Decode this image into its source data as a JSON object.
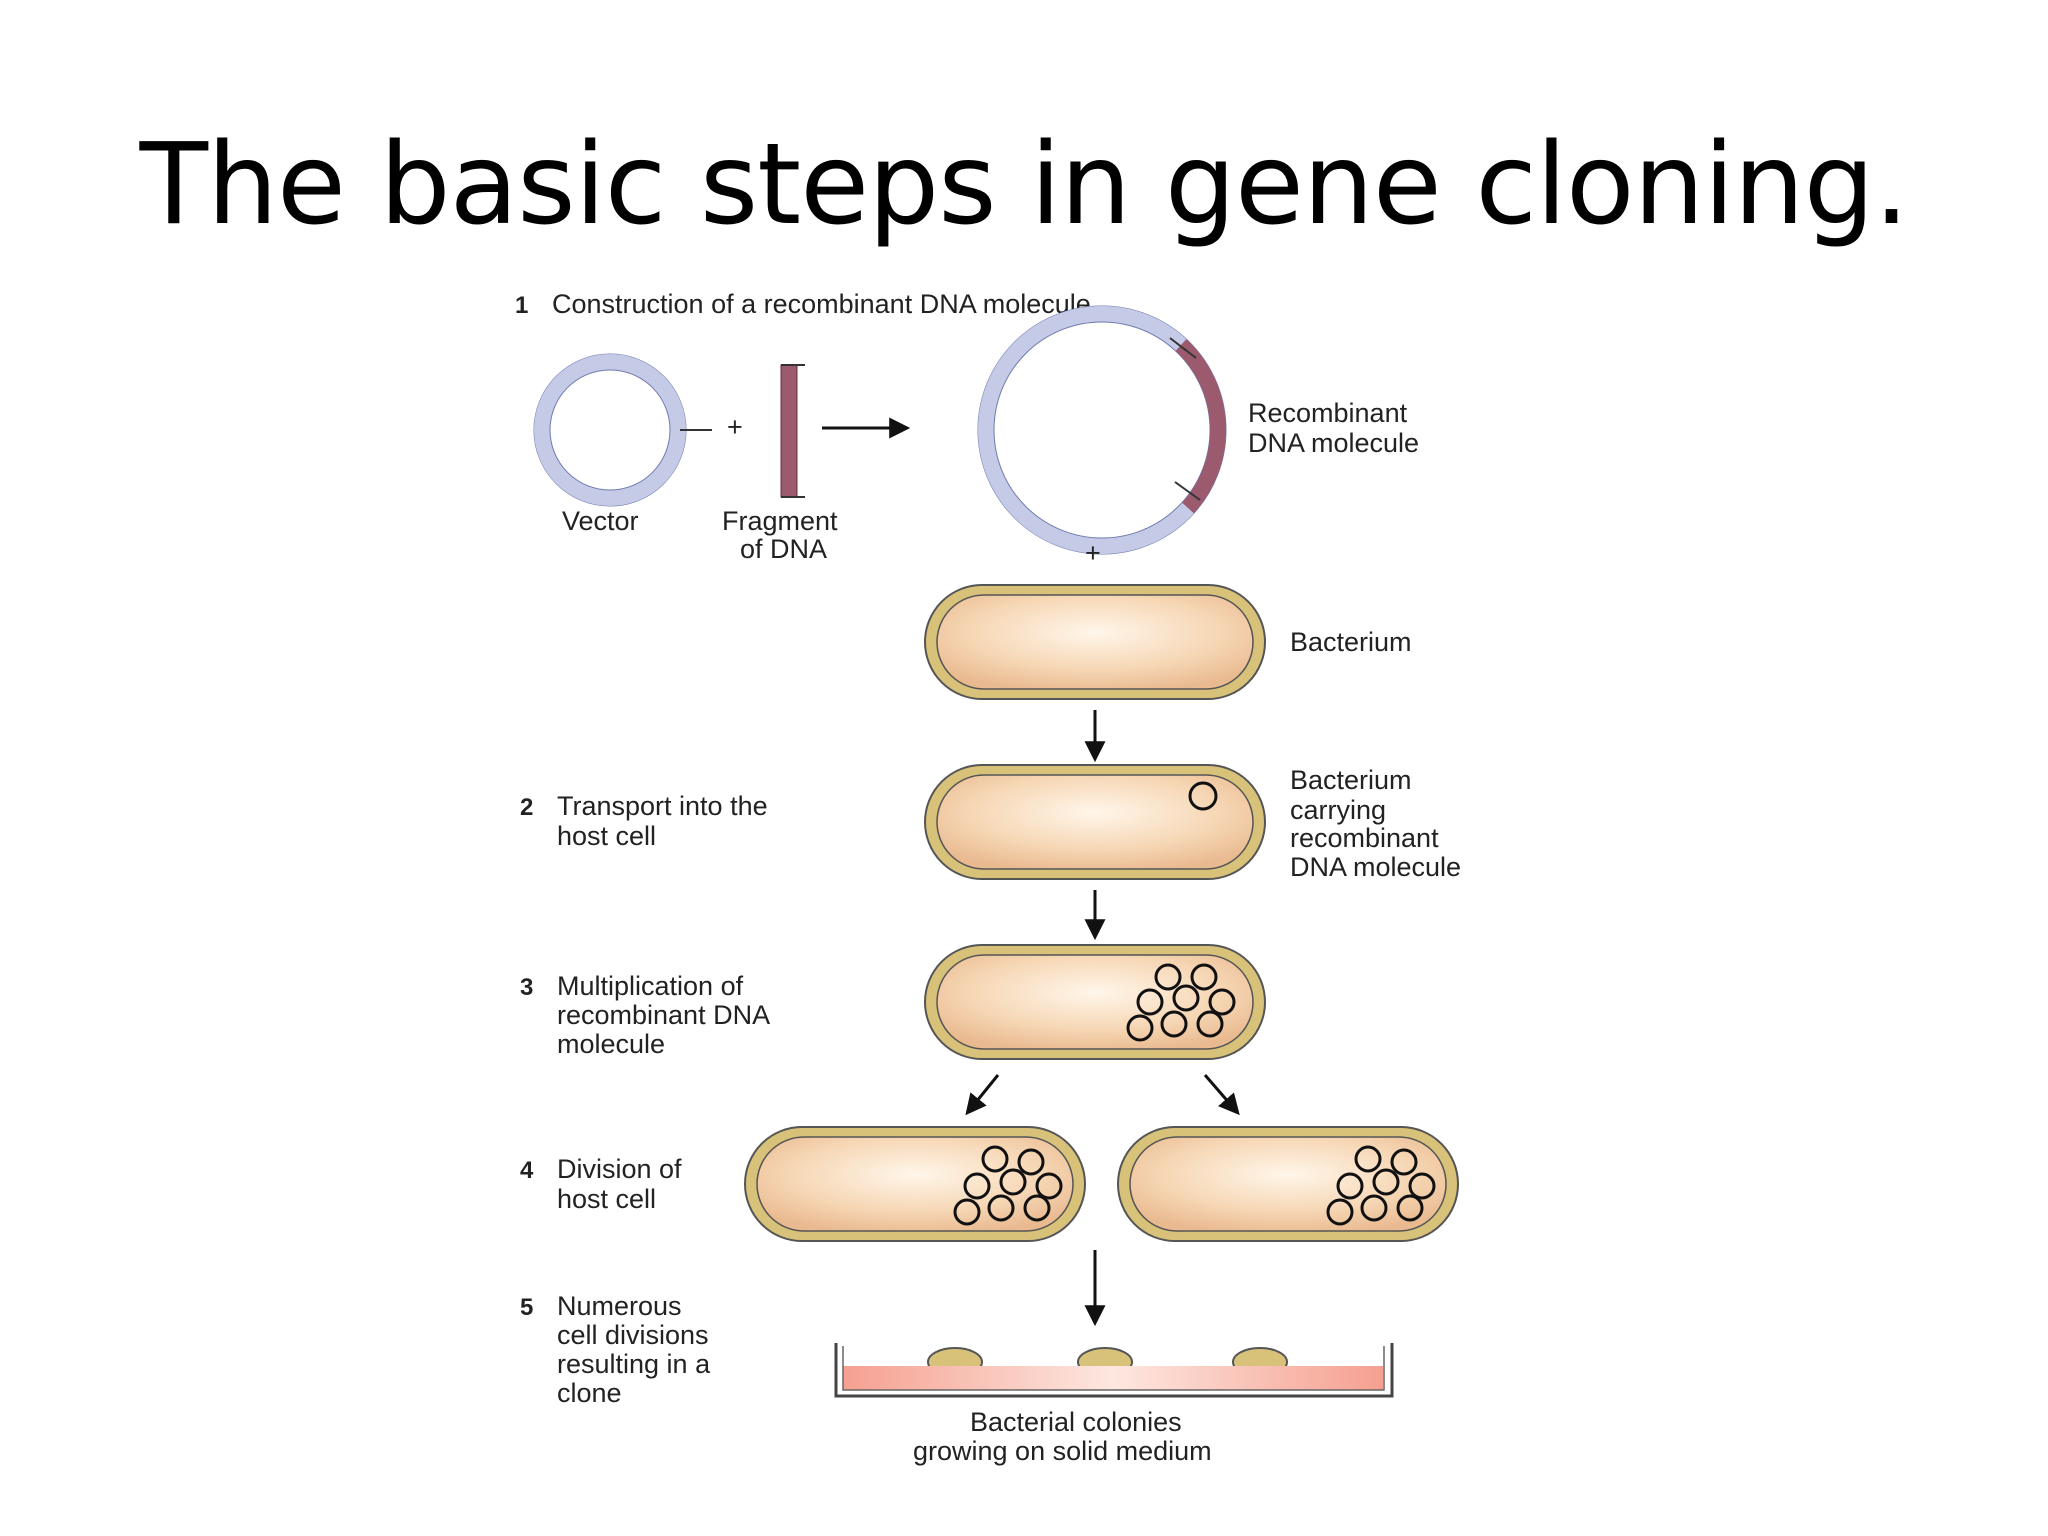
{
  "slide": {
    "title": "The basic steps in gene cloning."
  },
  "steps": [
    {
      "number": "1",
      "lines": [
        "Construction of a recombinant DNA molecule"
      ]
    },
    {
      "number": "2",
      "lines": [
        "Transport into the",
        "host cell"
      ]
    },
    {
      "number": "3",
      "lines": [
        "Multiplication of",
        "recombinant DNA",
        "molecule"
      ]
    },
    {
      "number": "4",
      "lines": [
        "Division of",
        "host cell"
      ]
    },
    {
      "number": "5",
      "lines": [
        "Numerous",
        "cell divisions",
        "resulting in a",
        "clone"
      ]
    }
  ],
  "labels": {
    "vector": "Vector",
    "fragment": [
      "Fragment",
      "of DNA"
    ],
    "recombinant": [
      "Recombinant",
      "DNA molecule"
    ],
    "bacterium": "Bacterium",
    "bacterium_carrying": [
      "Bacterium",
      "carrying",
      "recombinant",
      "DNA molecule"
    ],
    "colonies": [
      "Bacterial colonies",
      "growing on solid medium"
    ],
    "plus": "+"
  },
  "colors": {
    "vector": "#c5cbe6",
    "fragment": "#9b5a6e",
    "cell_fill": "#f0c8a0",
    "cell_wall": "#d8c27a",
    "medium": "#f2a38e"
  }
}
